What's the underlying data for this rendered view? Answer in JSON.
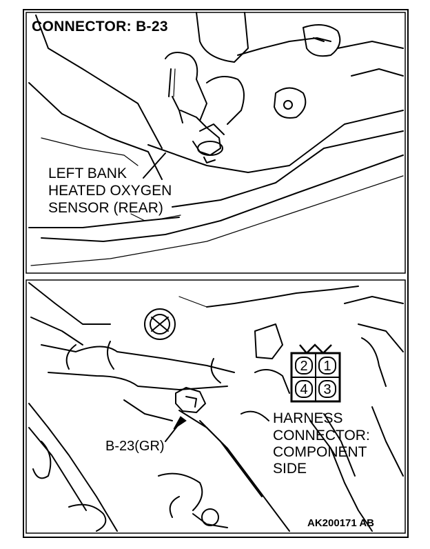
{
  "title": "CONNECTOR: B-23",
  "sensor_label": {
    "line1": "LEFT BANK",
    "line2": "HEATED OXYGEN",
    "line3": "SENSOR (REAR)"
  },
  "connector_label": "B-23(GR)",
  "harness_label": {
    "line1": "HARNESS",
    "line2": "CONNECTOR:",
    "line3": "COMPONENT",
    "line4": "SIDE"
  },
  "connector_pins": [
    "2",
    "1",
    "4",
    "3"
  ],
  "figure_code": "AK200171 AB"
}
